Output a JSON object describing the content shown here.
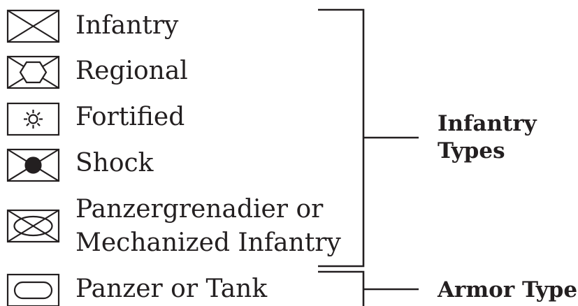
{
  "symbols": [
    {
      "icon": "infantry-symbol-icon",
      "label_lines": [
        "Infantry"
      ]
    },
    {
      "icon": "regional-symbol-icon",
      "label_lines": [
        "Regional"
      ]
    },
    {
      "icon": "fortified-symbol-icon",
      "label_lines": [
        "Fortified"
      ]
    },
    {
      "icon": "shock-symbol-icon",
      "label_lines": [
        "Shock"
      ]
    },
    {
      "icon": "panzergrenadier-symbol-icon",
      "label_lines": [
        "Panzergrenadier or",
        "Mechanized Infantry"
      ]
    },
    {
      "icon": "panzer-tank-symbol-icon",
      "label_lines": [
        "Panzer or Tank"
      ]
    }
  ],
  "groups": {
    "infantry": {
      "lines": [
        "Infantry",
        "Types"
      ]
    },
    "armor": {
      "lines": [
        "Armor Type"
      ]
    }
  },
  "colors": {
    "ink": "#231f20",
    "background": "#ffffff"
  }
}
